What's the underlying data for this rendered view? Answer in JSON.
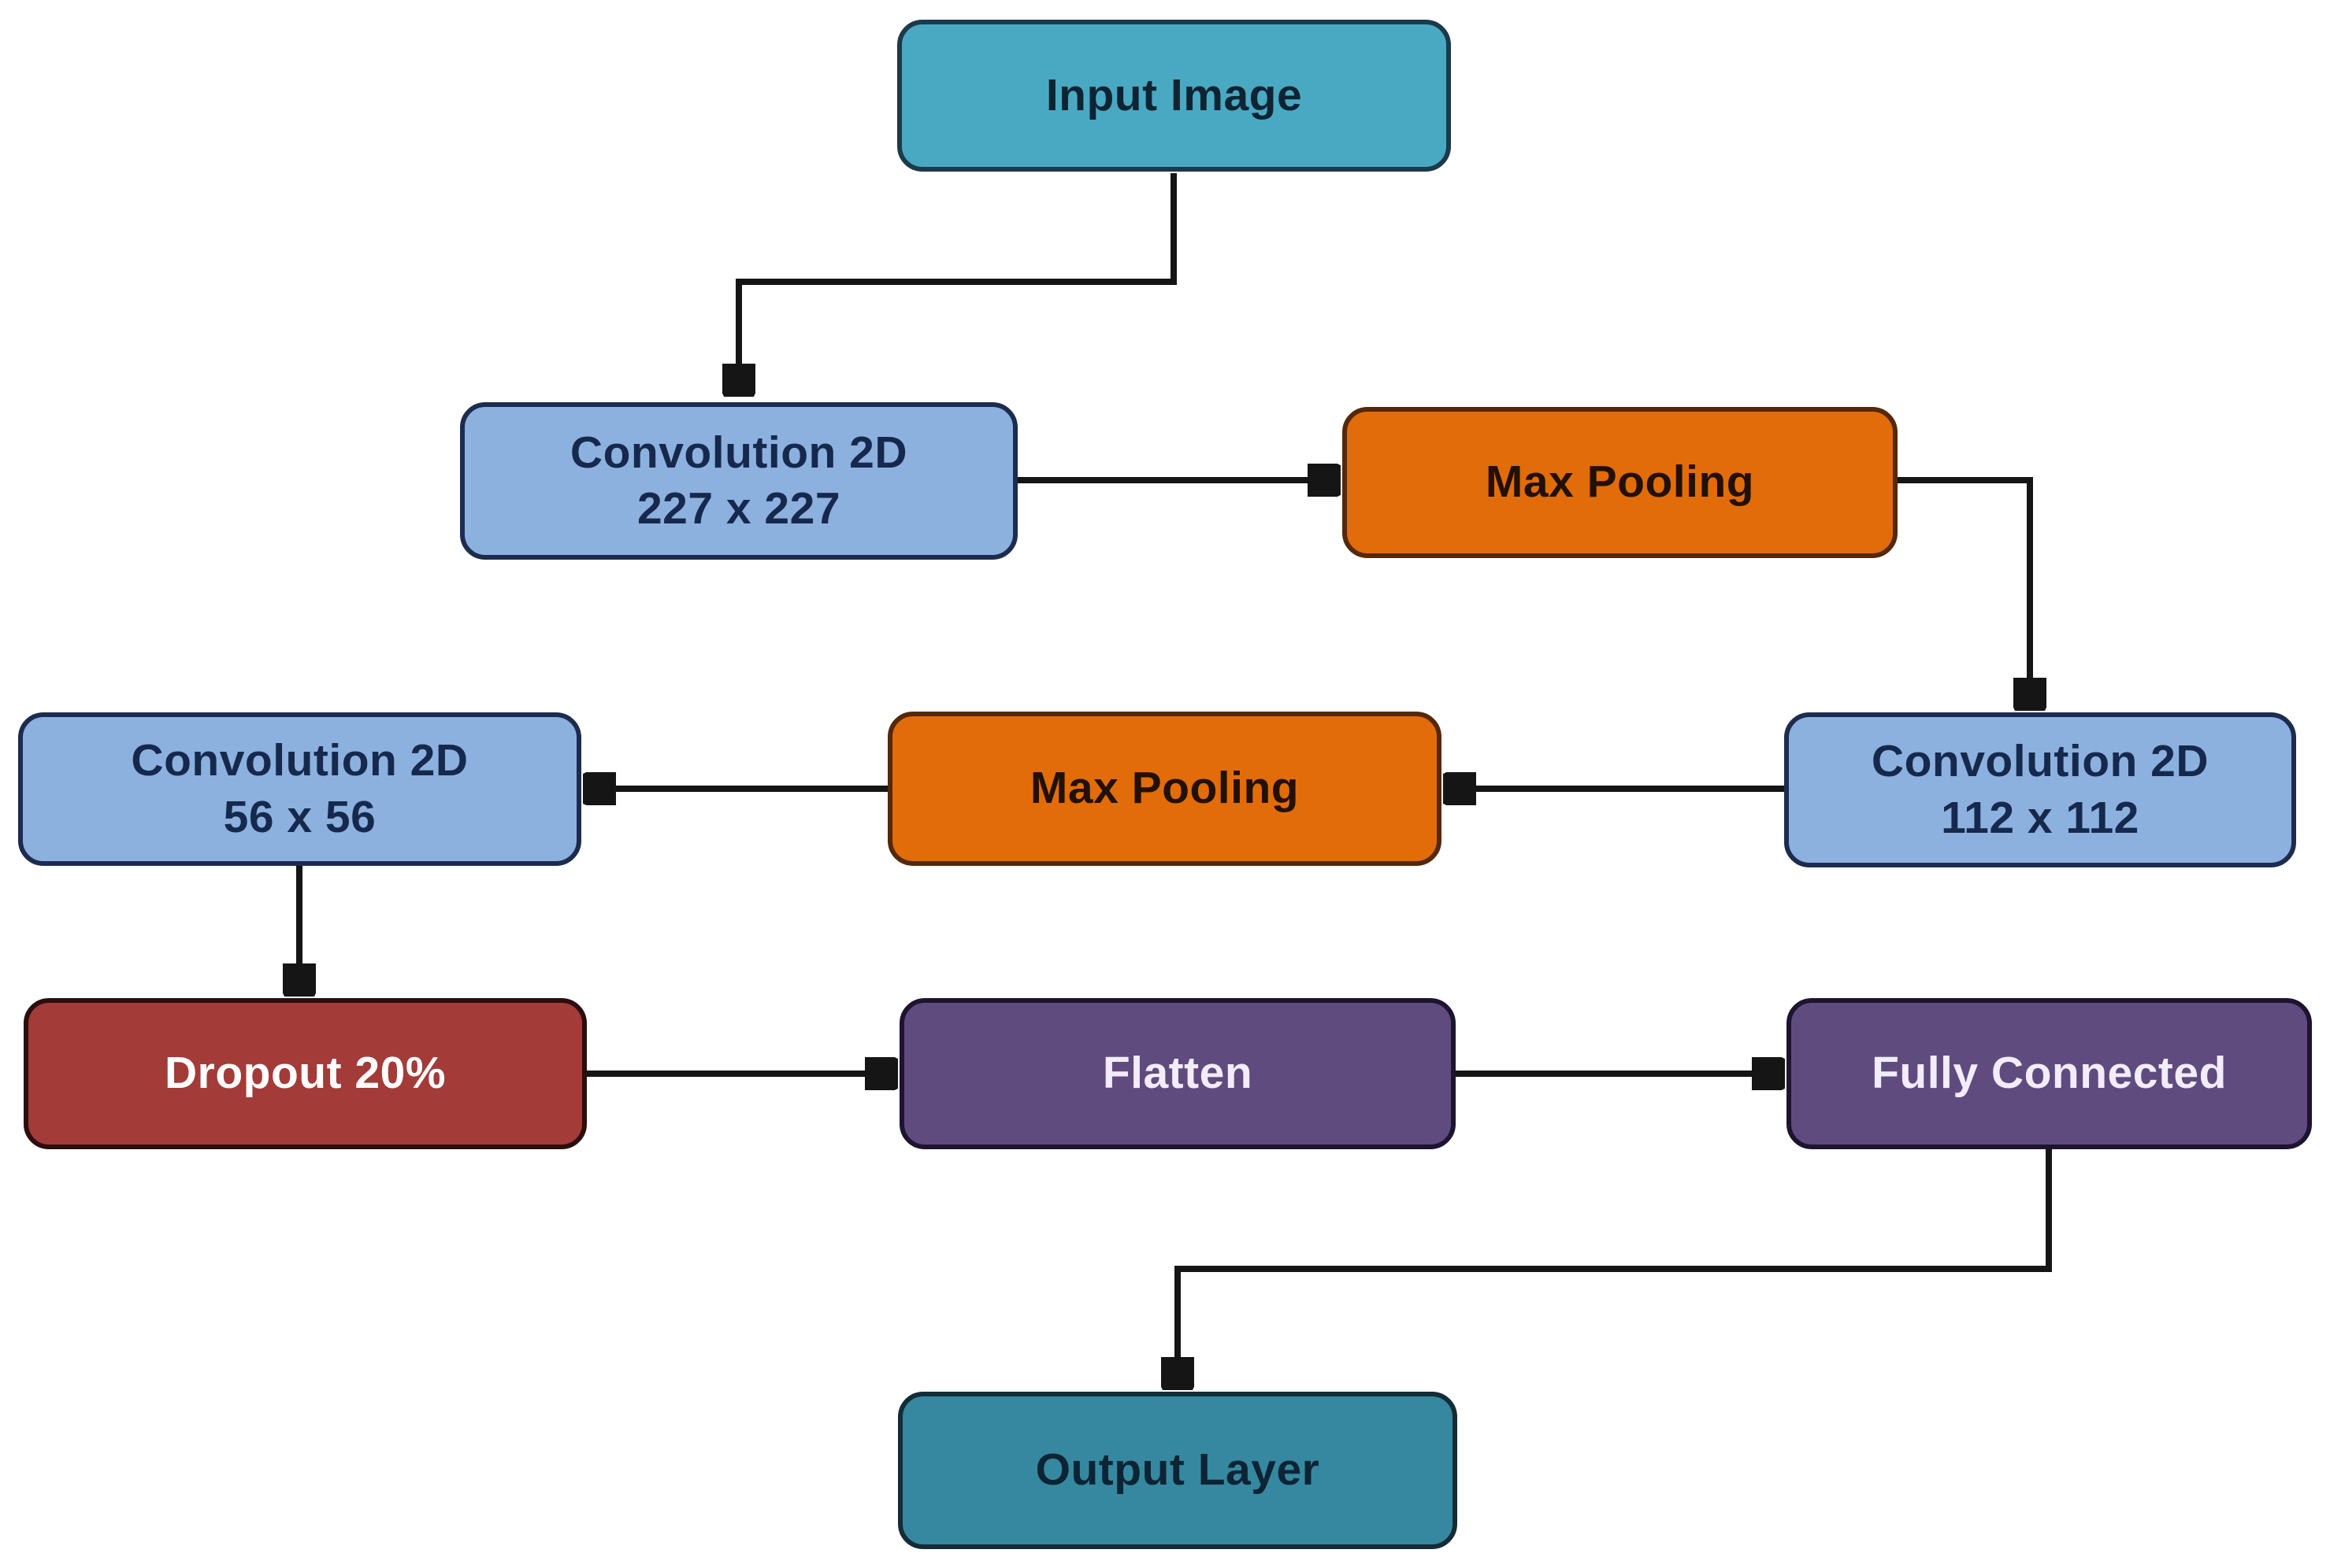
{
  "diagram": {
    "type": "flowchart",
    "subject": "CNN architecture",
    "background_color": "#FFFFFF",
    "edge_color": "#151515",
    "nodes": [
      {
        "id": "input-image",
        "label": "Input Image",
        "sublabel": "",
        "fill": "#4AA9C2",
        "border": "#1C3A49",
        "text_color": "#0E2433"
      },
      {
        "id": "conv-227",
        "label": "Convolution 2D",
        "sublabel": "227 x 227",
        "fill": "#8CB1DF",
        "border": "#1D2C4E",
        "text_color": "#16294D"
      },
      {
        "id": "max-pooling-1",
        "label": "Max Pooling",
        "sublabel": "",
        "fill": "#E26C0A",
        "border": "#55280A",
        "text_color": "#221102"
      },
      {
        "id": "conv-112",
        "label": "Convolution 2D",
        "sublabel": "112 x 112",
        "fill": "#8CB1DF",
        "border": "#1D2C4E",
        "text_color": "#16294D"
      },
      {
        "id": "max-pooling-2",
        "label": "Max Pooling",
        "sublabel": "",
        "fill": "#E26C0A",
        "border": "#55280A",
        "text_color": "#221102"
      },
      {
        "id": "conv-56",
        "label": "Convolution 2D",
        "sublabel": "56 x 56",
        "fill": "#8CB1DF",
        "border": "#1D2C4E",
        "text_color": "#16294D"
      },
      {
        "id": "dropout",
        "label": "Dropout 20%",
        "sublabel": "",
        "fill": "#A33B38",
        "border": "#2B0E0E",
        "text_color": "#FFFFFF"
      },
      {
        "id": "flatten",
        "label": "Flatten",
        "sublabel": "",
        "fill": "#5F4B7E",
        "border": "#1D1430",
        "text_color": "#F2ECFB"
      },
      {
        "id": "fully-connected",
        "label": "Fully Connected",
        "sublabel": "",
        "fill": "#5F4B7E",
        "border": "#1D1430",
        "text_color": "#F2ECFB"
      },
      {
        "id": "output-layer",
        "label": "Output Layer",
        "sublabel": "",
        "fill": "#35889F",
        "border": "#142C36",
        "text_color": "#0D2435"
      }
    ],
    "edges": [
      {
        "from": "input-image",
        "to": "conv-227"
      },
      {
        "from": "conv-227",
        "to": "max-pooling-1"
      },
      {
        "from": "max-pooling-1",
        "to": "conv-112"
      },
      {
        "from": "conv-112",
        "to": "max-pooling-2"
      },
      {
        "from": "max-pooling-2",
        "to": "conv-56"
      },
      {
        "from": "conv-56",
        "to": "dropout"
      },
      {
        "from": "dropout",
        "to": "flatten"
      },
      {
        "from": "flatten",
        "to": "fully-connected"
      },
      {
        "from": "fully-connected",
        "to": "output-layer"
      }
    ]
  }
}
